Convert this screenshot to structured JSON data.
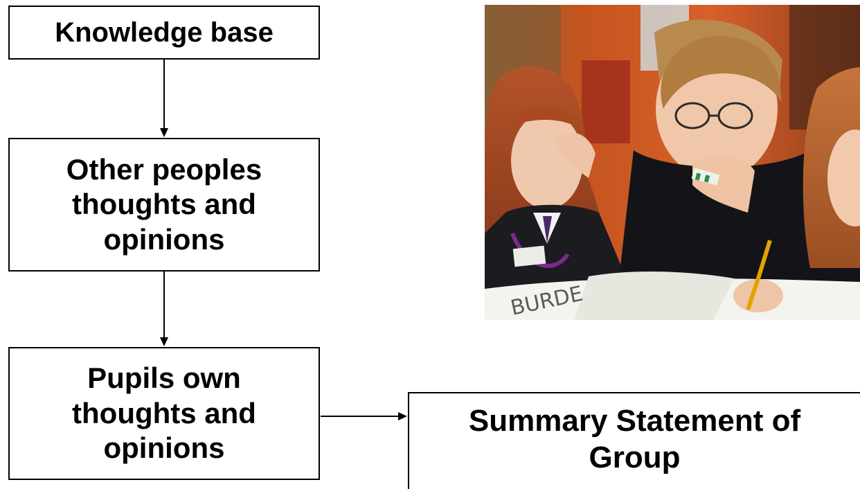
{
  "boxes": {
    "knowledge_base": "Knowledge base",
    "other_peoples": "Other peoples\nthoughts and\nopinions",
    "pupils_own": "Pupils own\nthoughts and\nopinions",
    "summary": "Summary Statement of\nGroup"
  },
  "photo": {
    "subject": "three students examining a poster at a table",
    "poster_text": "BURDE"
  }
}
